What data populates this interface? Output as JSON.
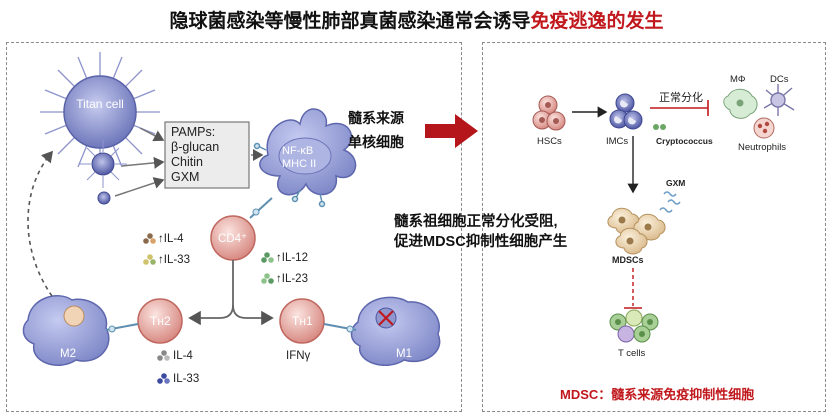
{
  "title": {
    "prefix": "隐球菌感染等慢性肺部真菌感染通常会诱导",
    "highlight": "免疫逃逸的发生"
  },
  "left_panel": {
    "titan_cell": "Titan cell",
    "pamps": [
      "PAMPs:",
      "β-glucan",
      "Chitin",
      "GXM"
    ],
    "receptor_cell": [
      "NF-κB",
      "MHC II"
    ],
    "cd4": "CD4⁺",
    "th2": "Tн2",
    "th1": "Tн1",
    "m2": "M2",
    "m1": "M1",
    "ifn": "IFNγ",
    "cytokines_left": [
      "↑IL-4",
      "↑IL-33"
    ],
    "cytokines_right": [
      "↑IL-12",
      "↑IL-23"
    ],
    "cytokines_bottom": [
      "IL-4",
      "IL-33"
    ]
  },
  "middle": {
    "line1": "髓系来源",
    "line2": "单核细胞"
  },
  "right_panel": {
    "hscs": "HSCs",
    "imcs": "IMCs",
    "normal_diff": "正常分化",
    "mphi": "MΦ",
    "dcs": "DCs",
    "neutrophils": "Neutrophils",
    "cryptococcus": "Cryptococcus",
    "gxm": "GXM",
    "mdscs": "MDSCs",
    "tcells": "T cells",
    "caption_line1": "髓系祖细胞正常分化受阻,",
    "caption_line2": "促进MDSC抑制性细胞产生",
    "mdsc_def": "MDSC：髓系来源免疫抑制性细胞"
  },
  "colors": {
    "accent_red": "#c0181d",
    "titan_blue": "#7e86c4",
    "th_pink": "#e8a6a0",
    "macrophage": "#9aa3d6"
  }
}
